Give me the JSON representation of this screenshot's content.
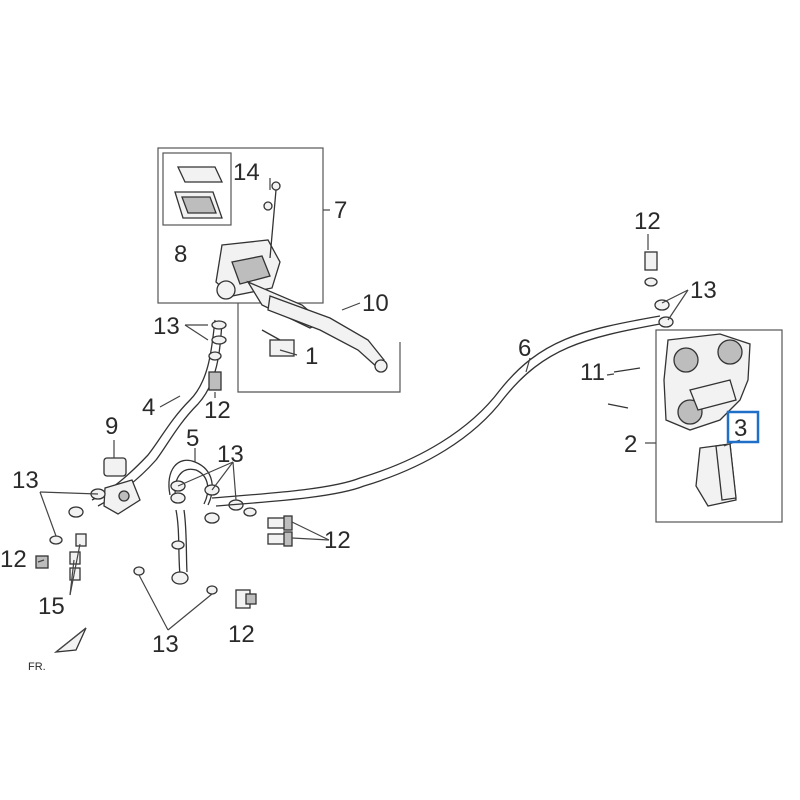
{
  "labels": {
    "l1": "1",
    "l2": "2",
    "l3": "3",
    "l4": "4",
    "l5": "5",
    "l6": "6",
    "l7": "7",
    "l8": "8",
    "l9": "9",
    "l10": "10",
    "l11": "11",
    "l12a": "12",
    "l12b": "12",
    "l12c": "12",
    "l12d": "12",
    "l12e": "12",
    "l13a": "13",
    "l13b": "13",
    "l13c": "13",
    "l13d": "13",
    "l13e": "13",
    "l14": "14",
    "l15": "15",
    "fr": "FR."
  },
  "highlight": {
    "label": "3",
    "color": "#1f6fc9"
  }
}
